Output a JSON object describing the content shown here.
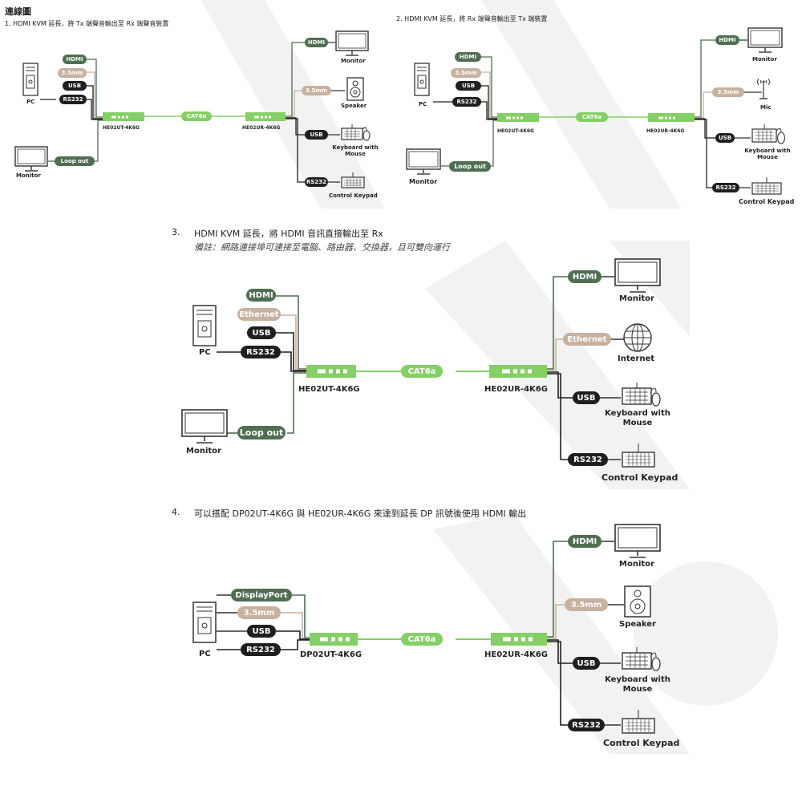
{
  "page": {
    "heading": "連線圖"
  },
  "sec1": {
    "title": "1.  HDMI KVM 延長，將 Tx 端聲音輸出至 Rx 端聲音裝置",
    "pc": "PC",
    "monitor_local": "Monitor",
    "ports_tx": [
      "HDMI",
      "3.5mm",
      "USB",
      "RS232"
    ],
    "loop": "Loop out",
    "cable": "CAT6a",
    "tx": "HE02UT-4K6G",
    "rx": "HE02UR-4K6G",
    "ports_rx": [
      "HDMI",
      "3.5mm",
      "USB",
      "RS232"
    ],
    "out_labels": [
      "Monitor",
      "Speaker",
      "Keyboard with Mouse",
      "Control Keypad"
    ]
  },
  "sec2": {
    "title": "2.  HDMI KVM 延長，將 Rx 端聲音輸出至 Tx 端裝置",
    "pc": "PC",
    "monitor_local": "Monitor",
    "ports_tx": [
      "HDMI",
      "3.5mm",
      "USB",
      "RS232"
    ],
    "loop": "Loop out",
    "cable": "CAT6a",
    "tx": "HE02UT-4K6G",
    "rx": "HE02UR-4K6G",
    "ports_rx": [
      "HDMI",
      "3.5mm",
      "USB",
      "RS232"
    ],
    "out_labels": [
      "Monitor",
      "Mic",
      "Keyboard with Mouse",
      "Control Keypad"
    ]
  },
  "sec3": {
    "num": "3.",
    "title": "HDMI KVM 延長，將 HDMI 音訊直接輸出至 Rx",
    "note": "備註：網路連接埠可連接至電腦、路由器、交換器，且可雙向運行",
    "pc": "PC",
    "monitor_local": "Monitor",
    "ports_tx": [
      "HDMI",
      "Ethernet",
      "USB",
      "RS232"
    ],
    "loop": "Loop out",
    "cable": "CAT6a",
    "tx": "HE02UT-4K6G",
    "rx": "HE02UR-4K6G",
    "ports_rx": [
      "HDMI",
      "Ethernet",
      "USB",
      "RS232"
    ],
    "out_labels": [
      "Monitor",
      "Internet",
      "Keyboard with Mouse",
      "Control Keypad"
    ]
  },
  "sec4": {
    "num": "4.",
    "title": "可以搭配 DP02UT-4K6G 與 HE02UR-4K6G 來達到延長 DP 訊號後使用 HDMI 輸出",
    "pc": "PC",
    "ports_tx": [
      "DisplayPort",
      "3.5mm",
      "USB",
      "RS232"
    ],
    "cable": "CAT6a",
    "tx": "DP02UT-4K6G",
    "rx": "HE02UR-4K6G",
    "ports_rx": [
      "HDMI",
      "3.5mm",
      "USB",
      "RS232"
    ],
    "out_labels": [
      "Monitor",
      "Speaker",
      "Keyboard with Mouse",
      "Control Keypad"
    ]
  },
  "colors": {
    "green_dark": "#4f6e52",
    "tan": "#c7b19f",
    "black": "#1f1f1f",
    "green_light": "#84cf66",
    "watermark": "#f1f1f1"
  },
  "icons": [
    "pc-tower-icon",
    "monitor-icon",
    "speaker-icon",
    "mic-icon",
    "keyboard-mouse-icon",
    "control-keypad-icon",
    "globe-icon"
  ]
}
